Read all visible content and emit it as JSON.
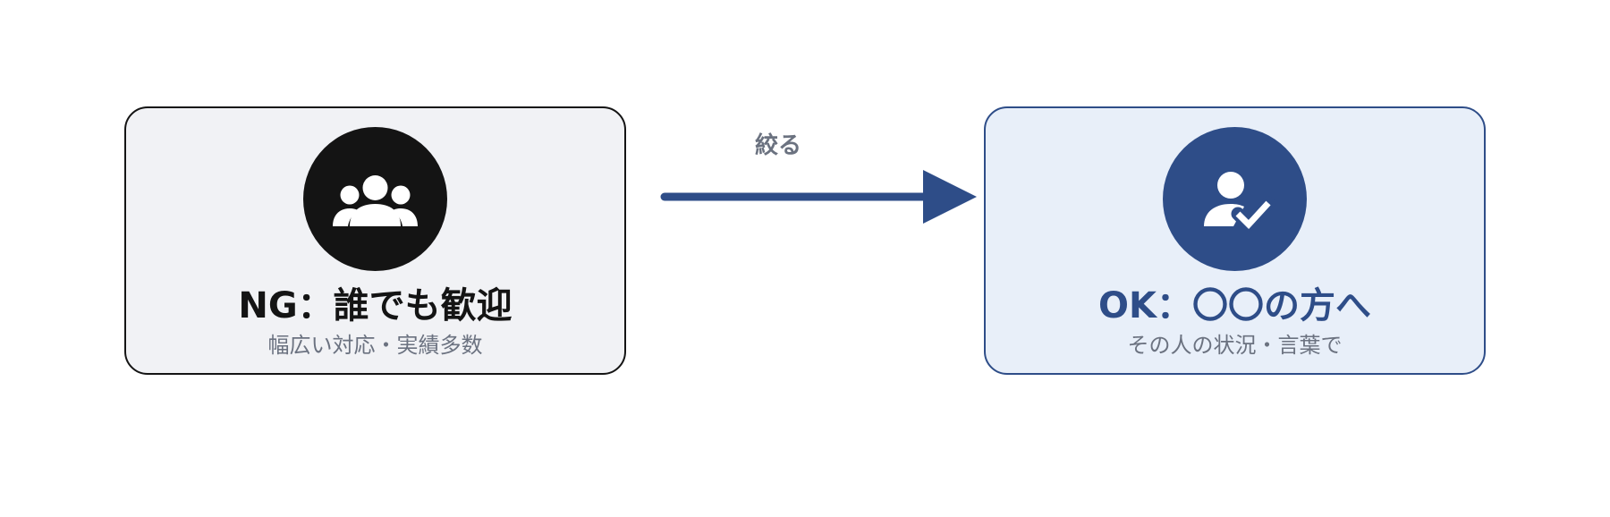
{
  "left_card": {
    "title": "NG：誰でも歓迎",
    "subtitle": "幅広い対応・実績多数",
    "icon": "group-icon",
    "color": "#141414",
    "background": "#f1f2f5"
  },
  "arrow": {
    "label": "絞る",
    "color": "#2e4d88"
  },
  "right_card": {
    "title": "OK：〇〇の方へ",
    "subtitle": "その人の状況・言葉で",
    "icon": "user-check-icon",
    "color": "#2e4d88",
    "background": "#e8eff9"
  }
}
